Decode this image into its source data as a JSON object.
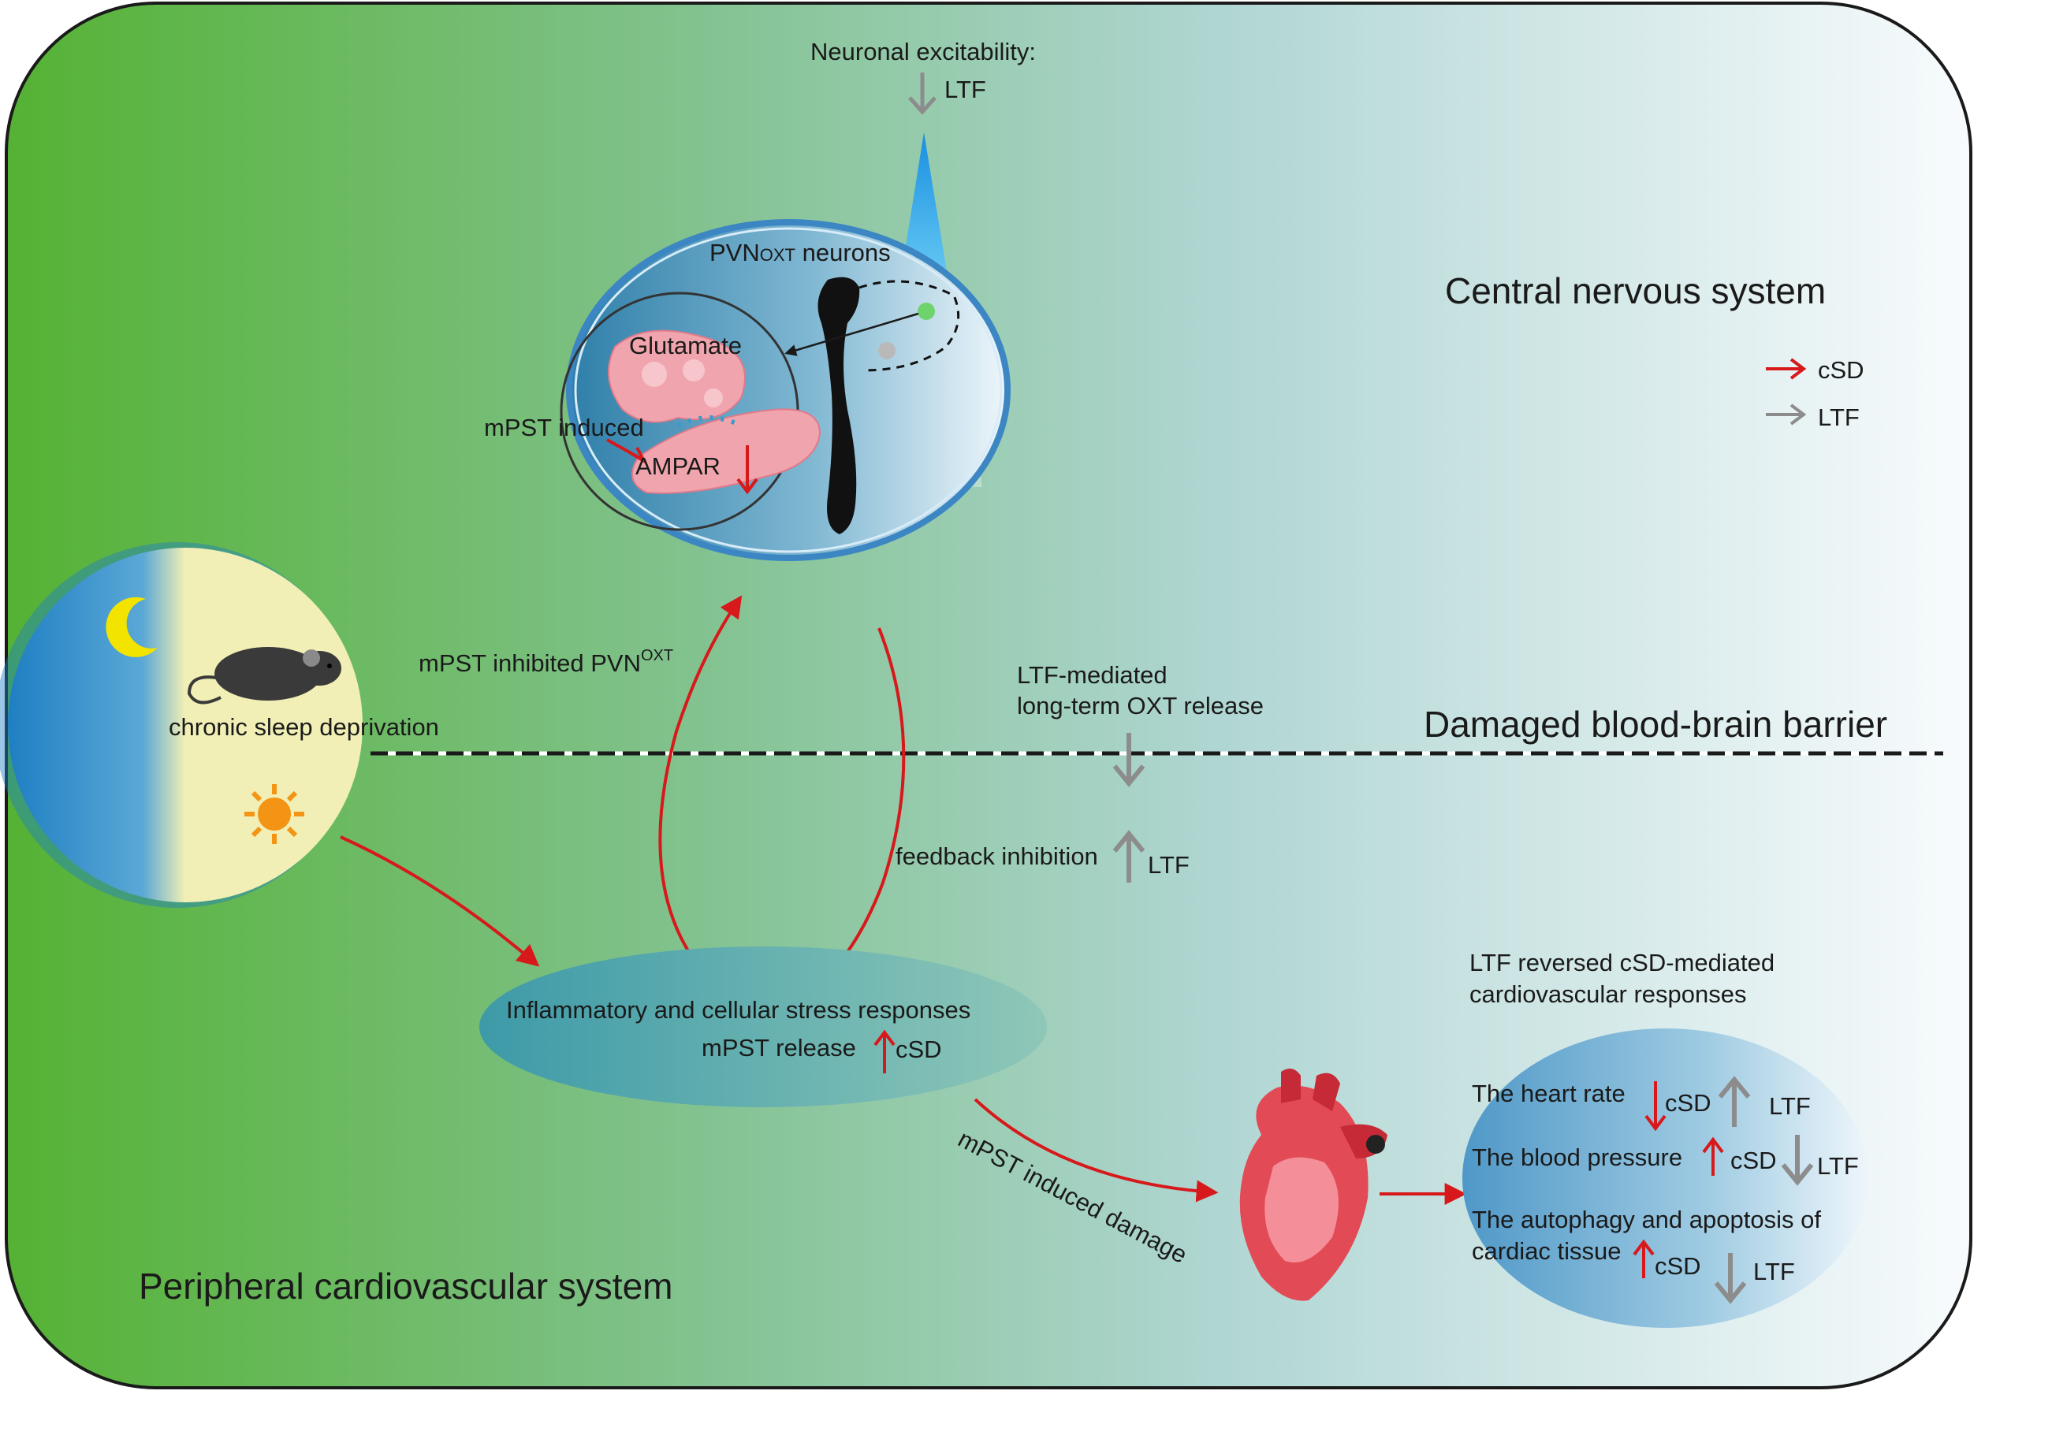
{
  "sections": {
    "central": "Central nervous system",
    "bbb": "Damaged blood-brain barrier",
    "peripheral": "Peripheral cardiovascular system"
  },
  "legend": {
    "csd": "cSD",
    "ltf": "LTF",
    "colors": {
      "csd": "#d7191c",
      "ltf": "#8c8c8c"
    }
  },
  "neuron": {
    "excitability": "Neuronal excitability:",
    "excitability_ltf": "LTF",
    "pvn_label": "PVN",
    "pvn_sub": "OXT",
    "pvn_suffix": " neurons",
    "glutamate": "Glutamate",
    "mpst_induced": "mPST induced",
    "ampar": "AMPAR"
  },
  "sleep": {
    "label": "chronic sleep deprivation"
  },
  "pathway": {
    "mpst_inhibited": "mPST inhibited PVN",
    "mpst_inhibited_sup": "OXT",
    "ltf_mediated_1": "LTF-mediated",
    "ltf_mediated_2": "long-term OXT release",
    "feedback": "feedback inhibition",
    "feedback_ltf": "LTF",
    "mpst_damage": "mPST induced damage"
  },
  "inflammation": {
    "line1": "Inflammatory and cellular stress responses",
    "line2": "mPST release",
    "csd": "cSD"
  },
  "cardio": {
    "title_1": "LTF reversed cSD-mediated",
    "title_2": "cardiovascular responses",
    "heart_rate": "The heart rate",
    "blood_pressure": "The blood pressure",
    "autophagy_1": "The autophagy and apoptosis of",
    "autophagy_2": "cardiac tissue",
    "csd": "cSD",
    "ltf": "LTF"
  },
  "colors": {
    "bg_left": "#58b43a",
    "bg_mid": "#85c3a2",
    "bg_right": "#f7fbfd",
    "red_arrow": "#d7191c",
    "grey_arrow": "#8c8c8c",
    "sun": "#f39414",
    "moon": "#f3e400"
  }
}
